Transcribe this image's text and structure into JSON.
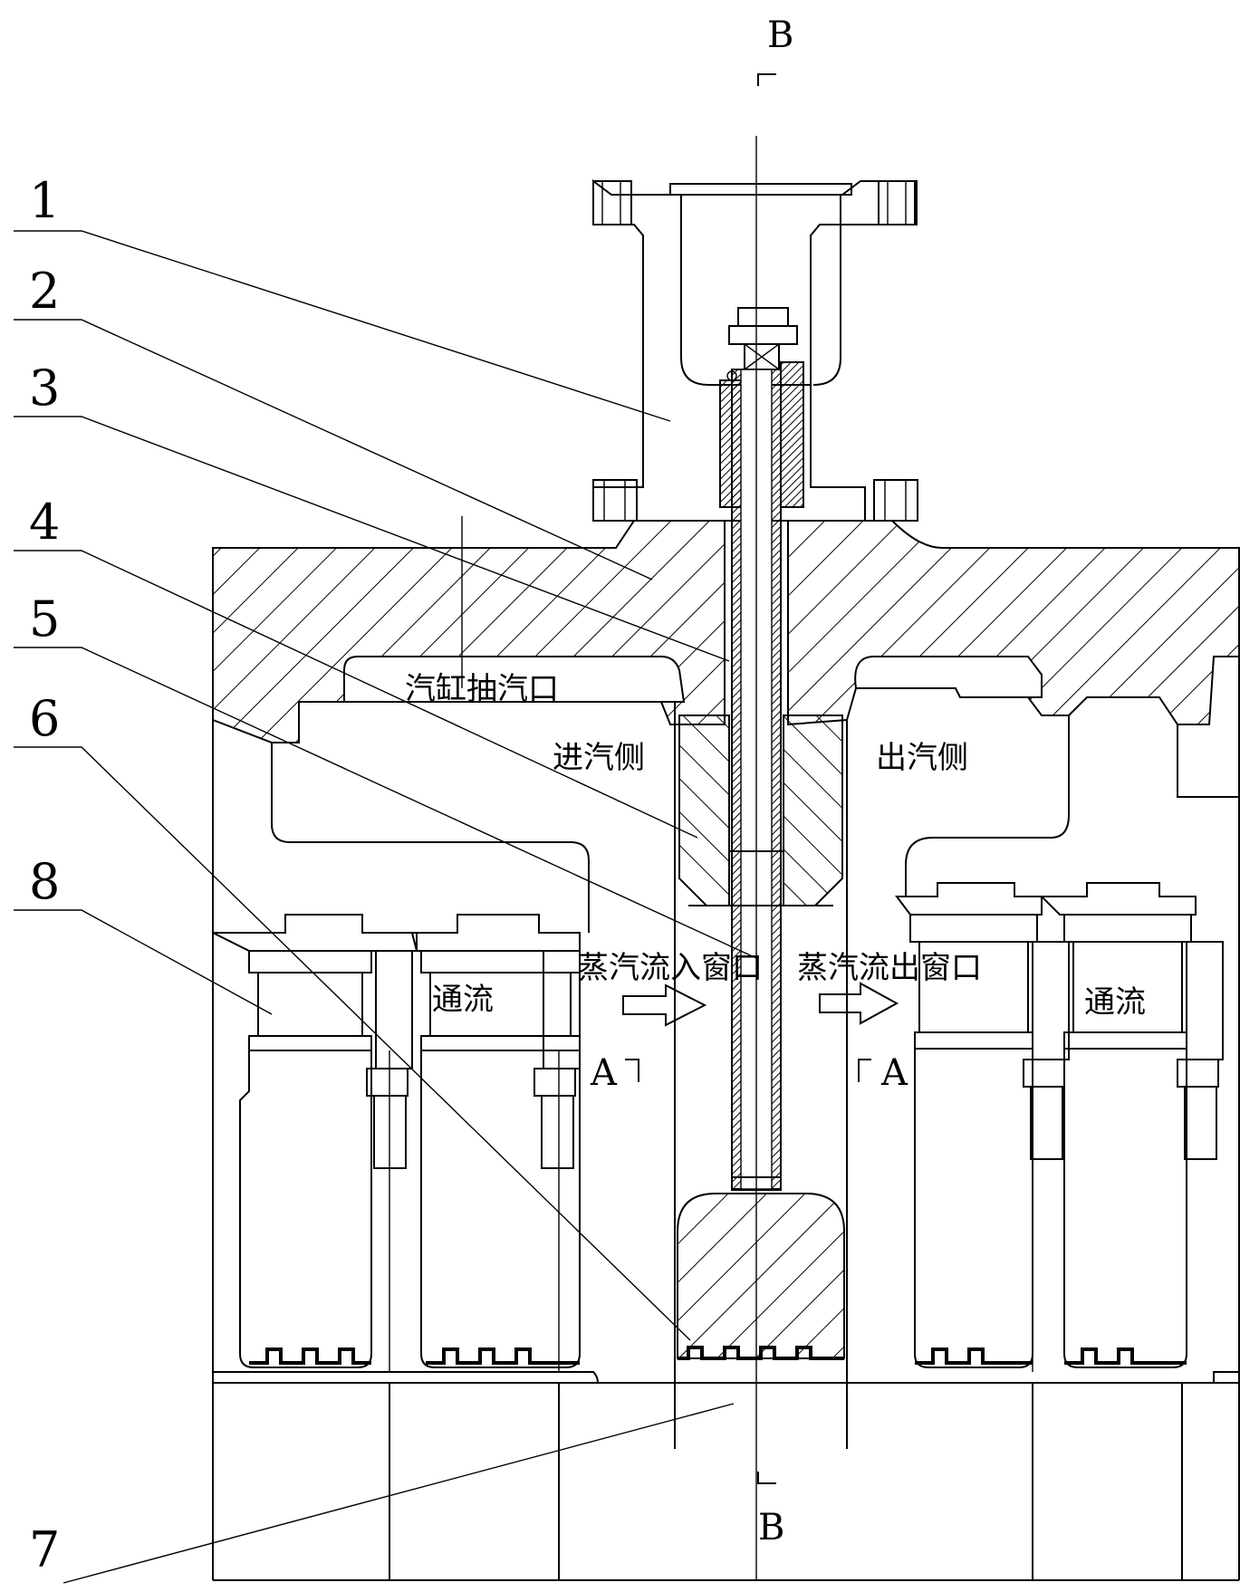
{
  "part_numbers": [
    "1",
    "2",
    "3",
    "4",
    "5",
    "6",
    "7",
    "8"
  ],
  "labels": {
    "extraction_port": "汽缸抽汽口",
    "inlet_side": "进汽侧",
    "outlet_side": "出汽侧",
    "flow_in_window": "蒸汽流入窗口",
    "flow_out_window": "蒸汽流出窗口",
    "flow_passage": "通流"
  },
  "section_marks": {
    "b": "B",
    "a": "A"
  }
}
